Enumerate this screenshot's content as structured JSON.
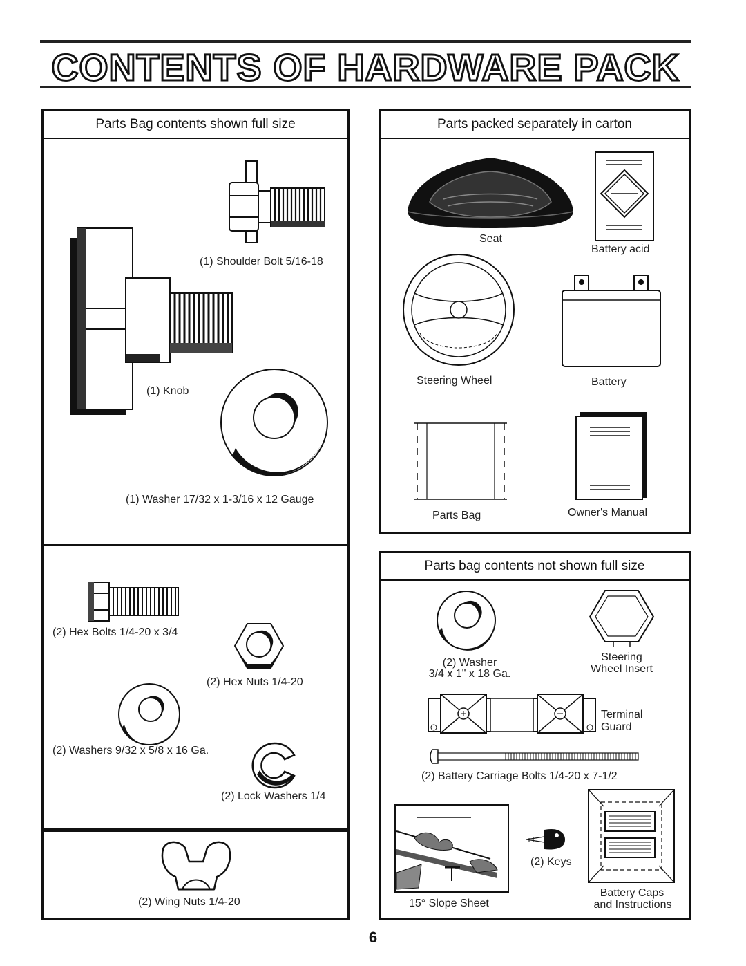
{
  "page": {
    "title": "CONTENTS OF HARDWARE PACK",
    "page_number": "6"
  },
  "left_top": {
    "heading": "Parts Bag contents shown full size",
    "shoulder_bolt": "(1) Shoulder Bolt  5/16-18",
    "knob": "(1) Knob",
    "washer": "(1) Washer  17/32 x 1-3/16 x 12 Gauge"
  },
  "left_mid": {
    "hex_bolts": "(2) Hex Bolts  1/4-20 x 3/4",
    "hex_nuts": "(2) Hex Nuts  1/4-20",
    "washers": "(2) Washers  9/32  x 5/8 x 16 Ga.",
    "lock_washers": "(2) Lock Washers  1/4"
  },
  "left_bottom": {
    "wing_nuts": "(2) Wing Nuts  1/4-20"
  },
  "right_top": {
    "heading": "Parts packed separately in carton",
    "seat": "Seat",
    "battery_acid": "Battery acid",
    "steering_wheel": "Steering Wheel",
    "battery": "Battery",
    "parts_bag": "Parts Bag",
    "owners_manual": "Owner's Manual"
  },
  "right_bottom": {
    "heading": "Parts bag contents not shown full size",
    "washer_line1": "(2) Washer",
    "washer_line2": "3/4 x 1\" x 18 Ga.",
    "insert_line1": "Steering",
    "insert_line2": "Wheel Insert",
    "terminal_line1": "Terminal",
    "terminal_line2": "Guard",
    "carriage_bolts": "(2) Battery Carriage Bolts 1/4-20 x 7-1/2",
    "keys": "(2) Keys",
    "slope_sheet": "15° Slope Sheet",
    "caps_line1": "Battery Caps",
    "caps_line2": "and Instructions"
  }
}
